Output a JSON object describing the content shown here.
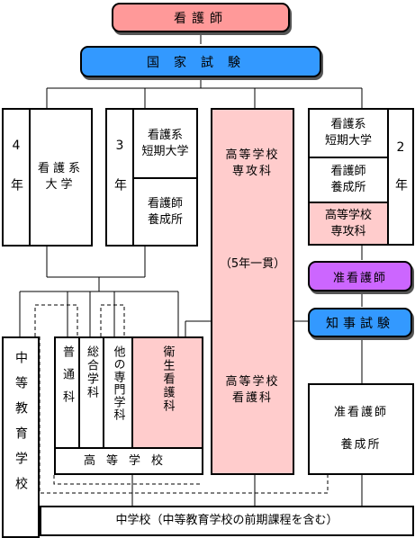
{
  "colors": {
    "nurse_top": "#ff9999",
    "exam_blue": "#3399ff",
    "pink_fill": "#ffcccc",
    "assoc_purple": "#cc66ff"
  },
  "nurse": "看護師",
  "national_exam": "国家試験",
  "univ4": {
    "years": "4年",
    "label": "看護系\n大学"
  },
  "jc3": {
    "years": "3年",
    "jc": "看護系\n短期大学",
    "school": "看護師\n養成所"
  },
  "hs_advanced": {
    "top": "高等学校\n専攻科",
    "mid": "（5年一貫）",
    "bottom": "高等学校\n看護科"
  },
  "right2": {
    "years": "2年",
    "jc": "看護系\n短期大学",
    "school": "看護師\n養成所",
    "advanced": "高等学校\n専攻科"
  },
  "assoc_nurse": "准看護師",
  "governor_exam": "知事試験",
  "assoc_school": "准看護師\n\n養成所",
  "secondary": "中等教育学校",
  "hs_courses": [
    "普通科",
    "総合学科",
    "他の専門学科",
    "衛生看護科"
  ],
  "high_school": "高等学校",
  "junior_high": "中学校（中等教育学校の前期課程を含む）"
}
